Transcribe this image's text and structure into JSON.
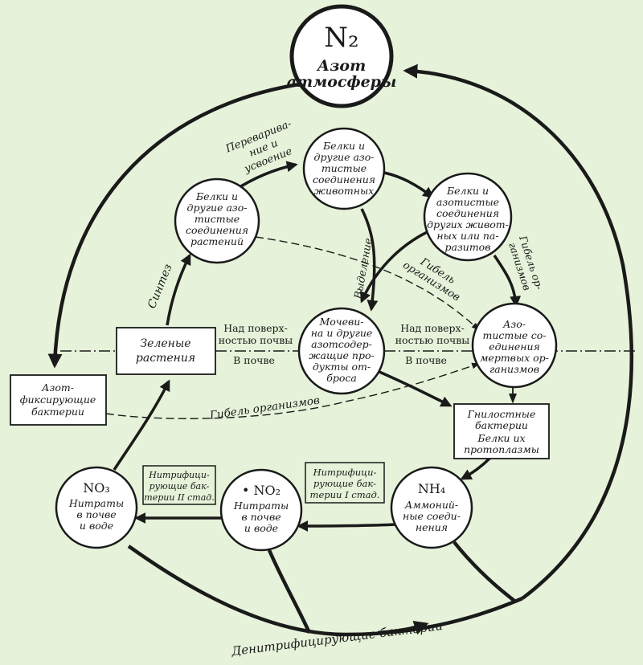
{
  "nodes": {
    "atmosphere": {
      "formula": "N₂",
      "lines": [
        "Азот",
        "атмосферы"
      ]
    },
    "plant_proteins": {
      "lines": [
        "Белки и",
        "другие азо-",
        "тистые",
        "соединения",
        "растений"
      ]
    },
    "animal_proteins": {
      "lines": [
        "Белки и",
        "другие азо-",
        "тистые",
        "соединения",
        "животных"
      ]
    },
    "other_animals": {
      "lines": [
        "Белки и",
        "азотистые",
        "соединения",
        "других живот-",
        "ных или па-",
        "разитов"
      ]
    },
    "urea": {
      "lines": [
        "Мочеви-",
        "на и другие",
        "азотсодер-",
        "жащие про-",
        "дукты от-",
        "броса"
      ]
    },
    "dead_organisms": {
      "lines": [
        "Азо-",
        "тистые со-",
        "единения",
        "мертвых ор-",
        "ганизмов"
      ]
    },
    "ammonium": {
      "formula": "NH₄",
      "lines": [
        "Аммоний-",
        "ные соеди-",
        "нения"
      ]
    },
    "nitrites": {
      "formula": "• NO₂",
      "lines": [
        "Нитраты",
        "в почве",
        "и воде"
      ]
    },
    "nitrates": {
      "formula": "NO₃",
      "lines": [
        "Нитраты",
        "в почве",
        "и воде"
      ]
    }
  },
  "boxes": {
    "green_plants": {
      "lines": [
        "Зеленые",
        "растения"
      ]
    },
    "fixing_bacteria": {
      "lines": [
        "Азот-",
        "фиксирующие",
        "бактерии"
      ]
    },
    "putrefactive": {
      "lines": [
        "Гнилостные",
        "бактерии",
        "Белки их",
        "протоплазмы"
      ]
    },
    "nitrifying_1": {
      "lines": [
        "Нитрифици-",
        "рующие бак-",
        "терии I стад."
      ]
    },
    "nitrifying_2": {
      "lines": [
        "Нитрифици-",
        "рующие бак-",
        "терии II стад."
      ]
    }
  },
  "labels": {
    "digestion": [
      "Переварива-",
      "ние и",
      "усвоение"
    ],
    "synthesis": "Синтез",
    "excretion": "Выделение",
    "death_upper": [
      "Гибель",
      "организмов"
    ],
    "death_right": [
      "Гибель ор-",
      "ганизмов"
    ],
    "above_soil_left": "Над поверх-",
    "above_soil_left_2": "ностью почвы",
    "in_soil_left": "В почве",
    "above_soil_right": "Над поверх-",
    "above_soil_right_2": "ностью почвы",
    "in_soil_right": "В почве",
    "death_bottom": "Гибель организмов",
    "denitrifying": "Денитрифицирующие бактерии"
  }
}
